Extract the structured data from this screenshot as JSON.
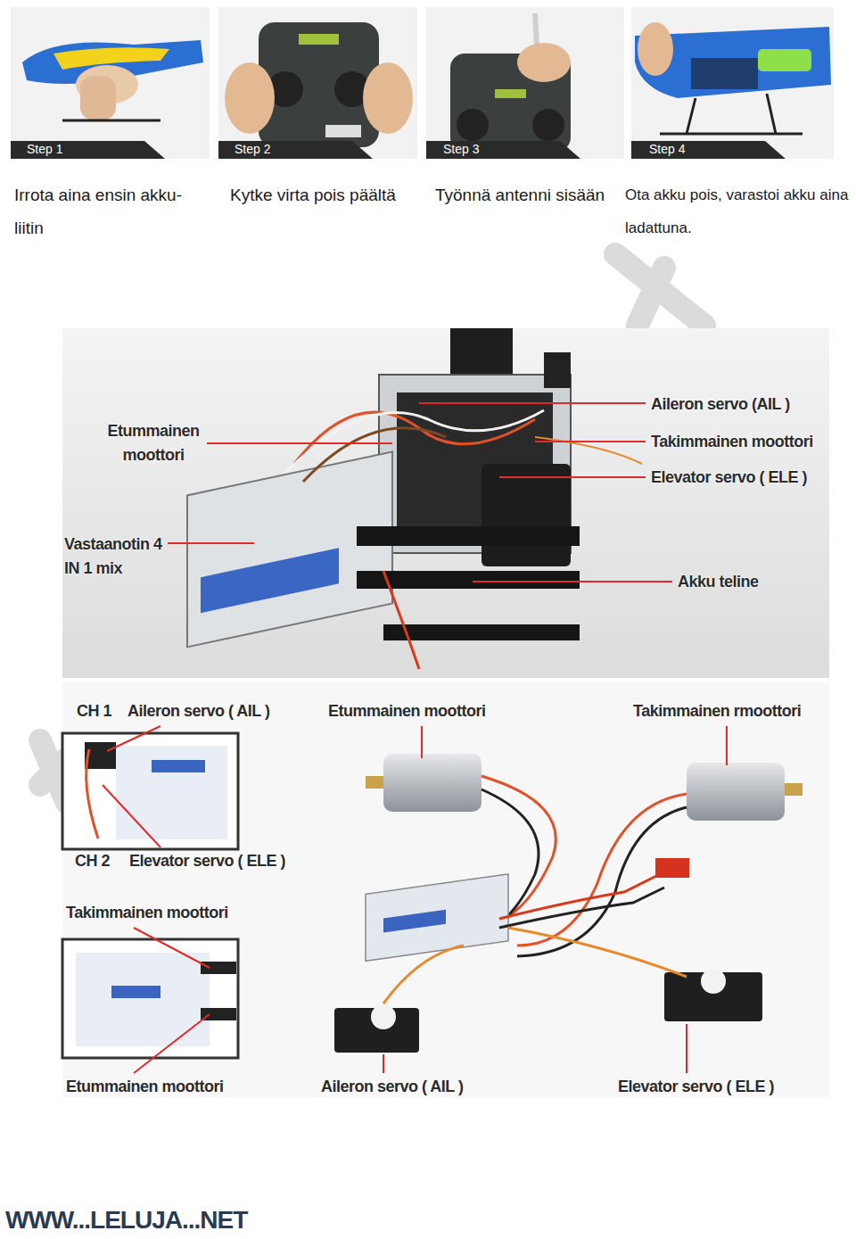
{
  "diagram": {
    "labels": [
      "Step 1",
      "Step 2",
      "Step 3",
      "Step 4",
      "Irrota aina ensin akku- liitin",
      "Kytke virta pois päältä",
      "Työnnä antenni sisään",
      "Ota akku pois, varastoi akku aina ladattuna.",
      "Etummainen moottori",
      "Vastaanotin 4 IN 1 mix",
      "Aileron servo (AIL )",
      "Takimmainen moottori",
      "Elevator servo ( ELE )",
      "Akku teline",
      "CH 1",
      "Aileron servo ( AIL )",
      "Etummainen moottori",
      "Takimmainen rmoottori",
      "CH 2",
      "Elevator servo ( ELE )",
      "Takimmainen moottori",
      "Etummainen moottori",
      "Aileron servo ( AIL )",
      "Elevator servo ( ELE )",
      "WWW...LELUJA...NET"
    ]
  }
}
